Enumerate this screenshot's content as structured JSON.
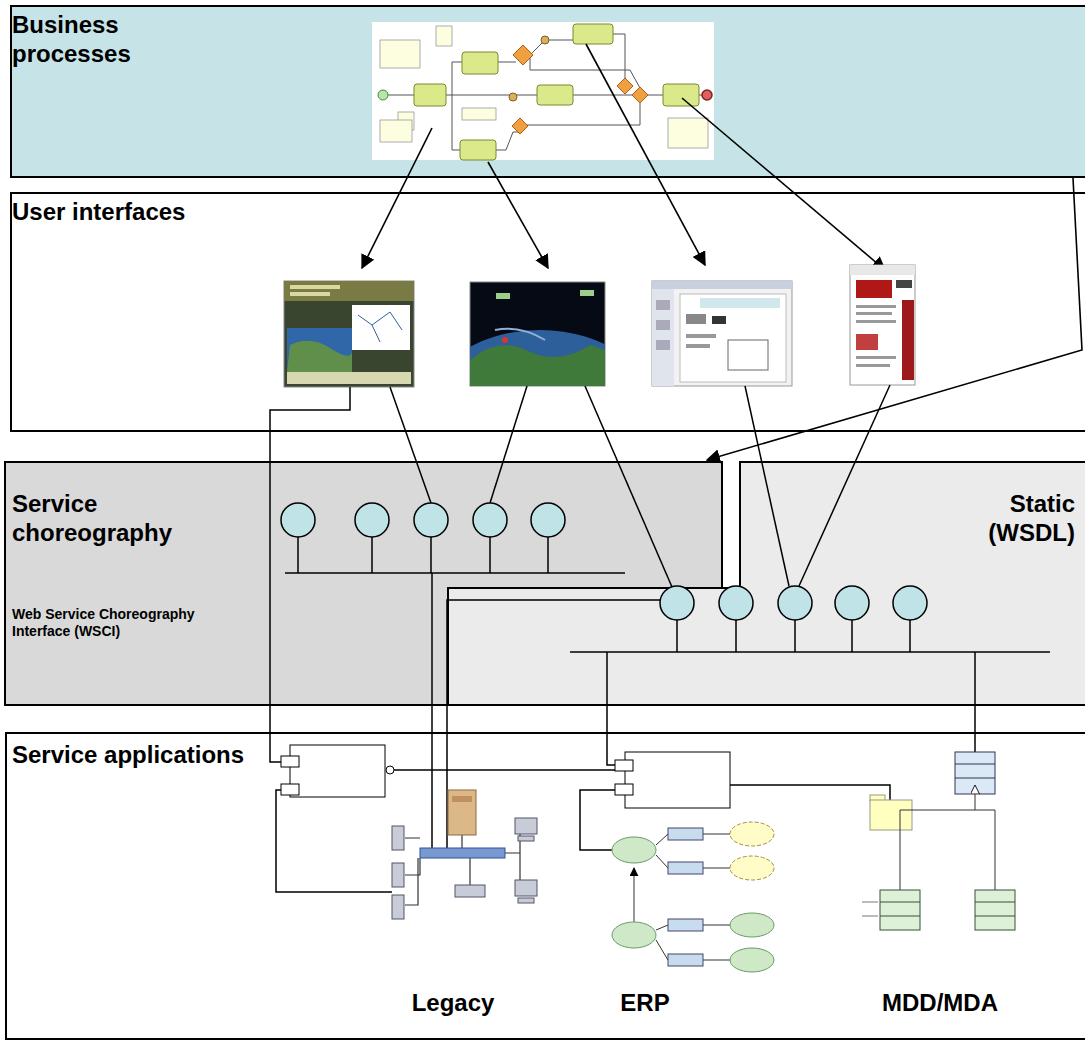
{
  "diagram": {
    "nodes": [
      {
        "text": [
          "Business processes"
        ]
      },
      {
        "text": [
          "User interfaces"
        ]
      },
      {
        "text": [
          "Service choreography",
          "Web Service Choreography Interface (WSCI)"
        ]
      },
      {
        "text": [
          "Static (WSDL)"
        ]
      },
      {
        "text": [
          "Service applications"
        ]
      }
    ],
    "edges": [
      {
        "from": 0,
        "to": 2,
        "arrow": "to"
      }
    ],
    "labels": [
      "Legacy",
      "ERP",
      "MDD/MDA"
    ]
  }
}
